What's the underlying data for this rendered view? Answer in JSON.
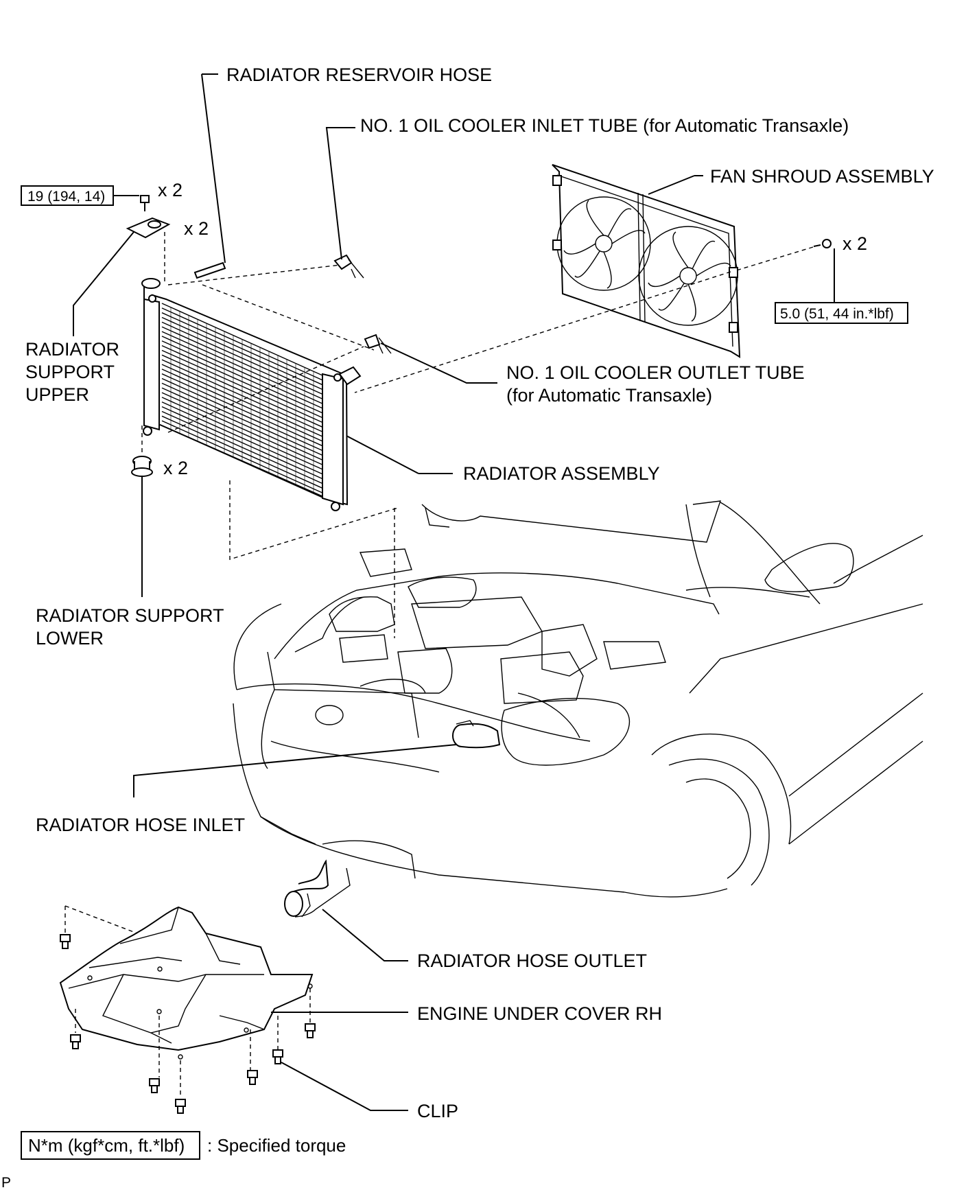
{
  "labels": {
    "radiator_reservoir_hose": "RADIATOR RESERVOIR HOSE",
    "oil_cooler_inlet_tube": "NO. 1 OIL COOLER INLET TUBE (for Automatic Transaxle)",
    "fan_shroud_assembly": "FAN SHROUD ASSEMBLY",
    "radiator_support_upper": [
      "RADIATOR",
      "SUPPORT",
      "UPPER"
    ],
    "oil_cooler_outlet_tube": [
      "NO. 1 OIL COOLER OUTLET TUBE",
      "(for Automatic Transaxle)"
    ],
    "radiator_assembly": "RADIATOR ASSEMBLY",
    "radiator_support_lower": [
      "RADIATOR SUPPORT",
      "LOWER"
    ],
    "radiator_hose_inlet": "RADIATOR HOSE INLET",
    "radiator_hose_outlet": "RADIATOR HOSE OUTLET",
    "engine_under_cover_rh": "ENGINE UNDER COVER RH",
    "clip": "CLIP"
  },
  "quantities": {
    "upper_bolt": "x 2",
    "upper_support": "x 2",
    "shroud_bolt": "x 2",
    "lower_support": "x 2"
  },
  "torques": {
    "upper_bolt": "19 (194, 14)",
    "shroud_bolt": "5.0 (51, 44 in.*lbf)"
  },
  "legend": {
    "unit": "N*m (kgf*cm, ft.*lbf)",
    "text": ": Specified torque"
  },
  "corner_mark": "P"
}
